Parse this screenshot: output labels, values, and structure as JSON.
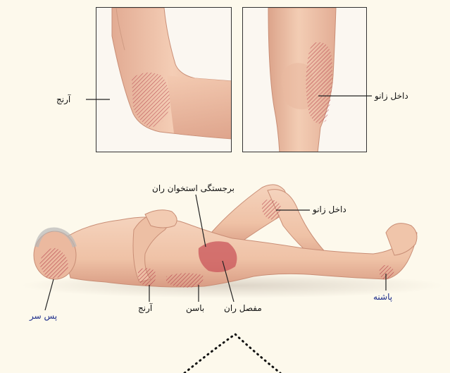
{
  "labels": {
    "elbow_inset": "آرنج",
    "knee_inset": "داخل زانو",
    "greater_trochanter": "برجستگی استخوان ران",
    "knee_body": "داخل زانو",
    "heel": "پاشنه",
    "back_of_head": "پس سر",
    "elbow_body": "آرنج",
    "buttock": "باسن",
    "hip_joint": "مفصل ران"
  },
  "colors": {
    "skin": "#efc2a6",
    "skin_shadow": "#d99c84",
    "pressure_area": "#c9545a",
    "label_highlight": "#1b2b8a",
    "background": "#fdf9ec"
  }
}
